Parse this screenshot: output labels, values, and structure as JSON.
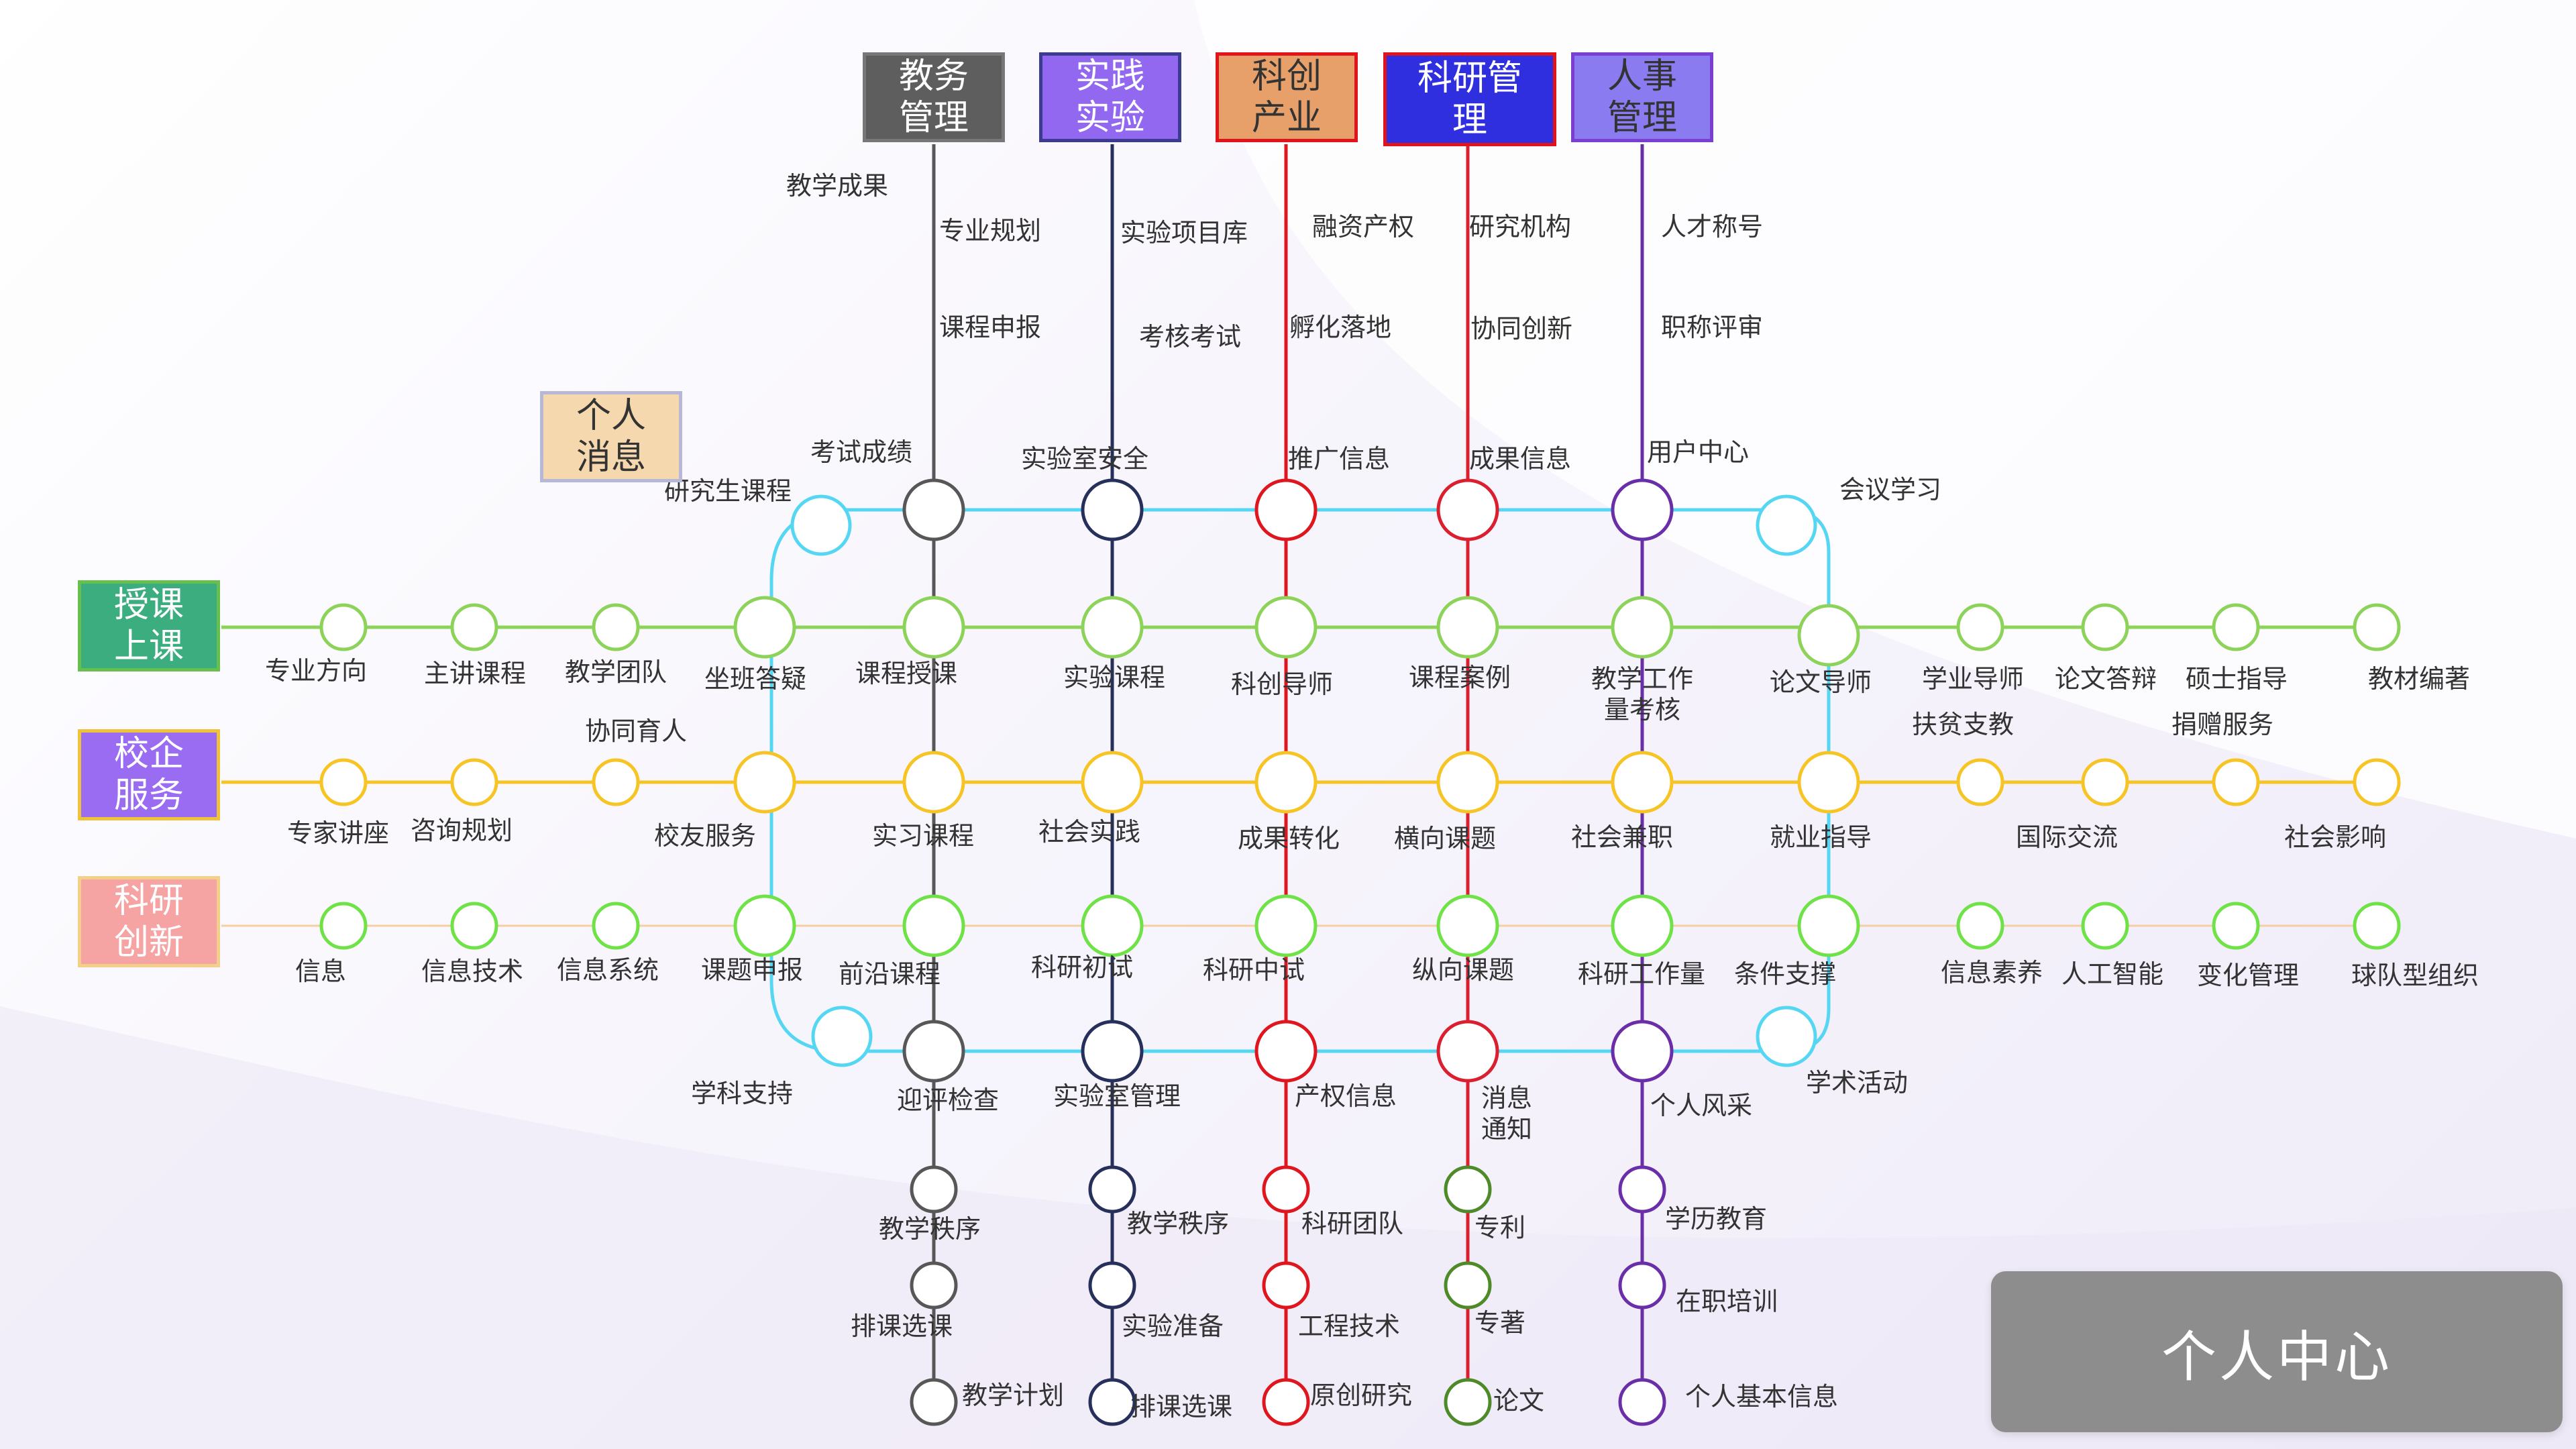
{
  "colors": {
    "teaching": "#575757",
    "practice": "#26305a",
    "innovation": "#e0161f",
    "research": "#dc1f2f",
    "hr": "#6a2fa8",
    "loop": "#55d6f2",
    "row_teaching": "#8dd35a",
    "row_enterprise": "#f6c525",
    "row_research": "#6ee246",
    "research_bottom": "#4e8a2a"
  },
  "header_boxes": [
    {
      "label": "教务\n管理",
      "bg": "#5e5e5e",
      "border": "#777777",
      "text": "dark"
    },
    {
      "label": "实践\n实验",
      "bg": "#9268f0",
      "border": "#3b3b8f",
      "text": "dark"
    },
    {
      "label": "科创\n产业",
      "bg": "#e7a06a",
      "border": "#e0141a",
      "text": "light"
    },
    {
      "label": "科研管\n理",
      "bg": "#2f2fe0",
      "border": "#e0141a",
      "text": "dark"
    },
    {
      "label": "人事\n管理",
      "bg": "#8a7cf0",
      "border": "#7a3fd0",
      "text": "light"
    }
  ],
  "side_boxes": [
    {
      "label": "个人\n消息",
      "bg": "#f5d8ae",
      "border": "#b7b7d8",
      "text": "light"
    },
    {
      "label": "授课\n上课",
      "bg": "#3cad7e",
      "border": "#67c04d",
      "text": "dark"
    },
    {
      "label": "校企\n服务",
      "bg": "#9a6cf2",
      "border": "#f0c23a",
      "text": "dark"
    },
    {
      "label": "科研\n创新",
      "bg": "#f5a3a3",
      "border": "#f4cf8a",
      "text": "dark"
    }
  ],
  "personal_center": "个人中心",
  "stations": {
    "row_teaching": [
      "专业方向",
      "主讲课程",
      "教学团队",
      "坐班答疑",
      "课程授课",
      "实验课程",
      "科创导师",
      "课程案例",
      "教学工作\n量考核",
      "论文导师",
      "学业导师",
      "论文答辩",
      "硕士指导",
      "教材编著"
    ],
    "row_enterprise": [
      "专家讲座",
      "咨询规划",
      "协同育人",
      "校友服务",
      "实习课程",
      "社会实践",
      "成果转化",
      "横向课题",
      "社会兼职",
      "就业指导",
      "扶贫支教",
      "国际交流",
      "捐赠服务",
      "社会影响"
    ],
    "row_research": [
      "信息",
      "信息技术",
      "信息系统",
      "课题申报",
      "前沿课程",
      "科研初试",
      "科研中试",
      "纵向课题",
      "科研工作量",
      "条件支撑",
      "信息素养",
      "人工智能",
      "变化管理",
      "球队型组织"
    ],
    "loop": [
      "研究生课程",
      "会议学习",
      "学科支持",
      "学术活动"
    ],
    "col_teaching": [
      "教学成果",
      "专业规划",
      "课程申报",
      "考试成绩",
      "迎评检查",
      "教学秩序",
      "排课选课",
      "教学计划"
    ],
    "col_practice": [
      "实验项目库",
      "考核考试",
      "实验室安全",
      "实验室管理",
      "教学秩序",
      "实验准备",
      "排课选课"
    ],
    "col_innovation": [
      "融资产权",
      "孵化落地",
      "推广信息",
      "产权信息",
      "科研团队",
      "工程技术",
      "原创研究"
    ],
    "col_research": [
      "研究机构",
      "协同创新",
      "成果信息",
      "消息\n通知",
      "专利",
      "专著",
      "论文"
    ],
    "col_hr": [
      "人才称号",
      "职称评审",
      "用户中心",
      "个人风采",
      "学历教育",
      "在职培训",
      "个人基本信息"
    ]
  }
}
